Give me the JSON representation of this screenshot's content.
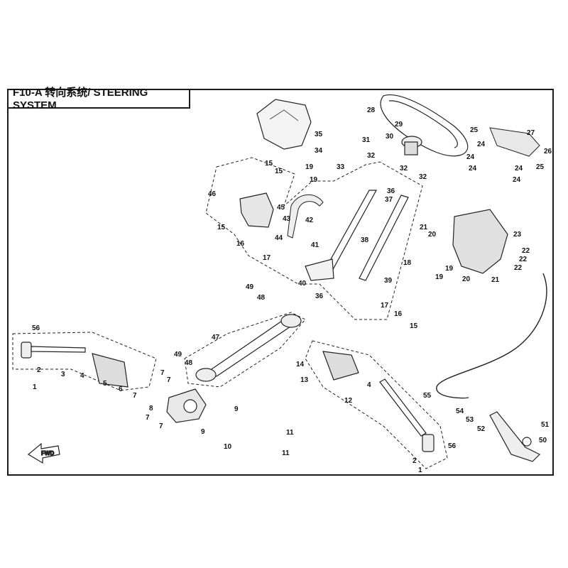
{
  "title": "F10-A 转向系统/ STEERING SYSTEM",
  "fwd_marker": "FWD",
  "callouts": [
    {
      "id": "c28",
      "text": "28"
    },
    {
      "id": "c29",
      "text": "29"
    },
    {
      "id": "c30",
      "text": "30"
    },
    {
      "id": "c31",
      "text": "31"
    },
    {
      "id": "c32a",
      "text": "32"
    },
    {
      "id": "c32b",
      "text": "32"
    },
    {
      "id": "c32c",
      "text": "32"
    },
    {
      "id": "c25a",
      "text": "25"
    },
    {
      "id": "c27",
      "text": "27"
    },
    {
      "id": "c24a",
      "text": "24"
    },
    {
      "id": "c26",
      "text": "26"
    },
    {
      "id": "c24b",
      "text": "24"
    },
    {
      "id": "c24c",
      "text": "24"
    },
    {
      "id": "c24d",
      "text": "24"
    },
    {
      "id": "c25b",
      "text": "25"
    },
    {
      "id": "c24e",
      "text": "24"
    },
    {
      "id": "c35",
      "text": "35"
    },
    {
      "id": "c34",
      "text": "34"
    },
    {
      "id": "c19a",
      "text": "19"
    },
    {
      "id": "c33",
      "text": "33"
    },
    {
      "id": "c19b",
      "text": "19"
    },
    {
      "id": "c15a",
      "text": "15"
    },
    {
      "id": "c15b",
      "text": "15"
    },
    {
      "id": "c46",
      "text": "46"
    },
    {
      "id": "c45",
      "text": "45"
    },
    {
      "id": "c43",
      "text": "43"
    },
    {
      "id": "c42",
      "text": "42"
    },
    {
      "id": "c15c",
      "text": "15"
    },
    {
      "id": "c44",
      "text": "44"
    },
    {
      "id": "c41",
      "text": "41"
    },
    {
      "id": "c16a",
      "text": "16"
    },
    {
      "id": "c17a",
      "text": "17"
    },
    {
      "id": "c36a",
      "text": "36"
    },
    {
      "id": "c37",
      "text": "37"
    },
    {
      "id": "c38",
      "text": "38"
    },
    {
      "id": "c39",
      "text": "39"
    },
    {
      "id": "c40",
      "text": "40"
    },
    {
      "id": "c36b",
      "text": "36"
    },
    {
      "id": "c49a",
      "text": "49"
    },
    {
      "id": "c48a",
      "text": "48"
    },
    {
      "id": "c17b",
      "text": "17"
    },
    {
      "id": "c16b",
      "text": "16"
    },
    {
      "id": "c15d",
      "text": "15"
    },
    {
      "id": "c21a",
      "text": "21"
    },
    {
      "id": "c20a",
      "text": "20"
    },
    {
      "id": "c23",
      "text": "23"
    },
    {
      "id": "c22a",
      "text": "22"
    },
    {
      "id": "c22b",
      "text": "22"
    },
    {
      "id": "c22c",
      "text": "22"
    },
    {
      "id": "c18",
      "text": "18"
    },
    {
      "id": "c19c",
      "text": "19"
    },
    {
      "id": "c19d",
      "text": "19"
    },
    {
      "id": "c20b",
      "text": "20"
    },
    {
      "id": "c21b",
      "text": "21"
    },
    {
      "id": "c56a",
      "text": "56"
    },
    {
      "id": "c2a",
      "text": "2"
    },
    {
      "id": "c3",
      "text": "3"
    },
    {
      "id": "c1a",
      "text": "1"
    },
    {
      "id": "c4a",
      "text": "4"
    },
    {
      "id": "c5",
      "text": "5"
    },
    {
      "id": "c6",
      "text": "6"
    },
    {
      "id": "c47",
      "text": "47"
    },
    {
      "id": "c49b",
      "text": "49"
    },
    {
      "id": "c48b",
      "text": "48"
    },
    {
      "id": "c7a",
      "text": "7"
    },
    {
      "id": "c7b",
      "text": "7"
    },
    {
      "id": "c7c",
      "text": "7"
    },
    {
      "id": "c7d",
      "text": "7"
    },
    {
      "id": "c7e",
      "text": "7"
    },
    {
      "id": "c8",
      "text": "8"
    },
    {
      "id": "c9a",
      "text": "9"
    },
    {
      "id": "c9b",
      "text": "9"
    },
    {
      "id": "c10",
      "text": "10"
    },
    {
      "id": "c11a",
      "text": "11"
    },
    {
      "id": "c11b",
      "text": "11"
    },
    {
      "id": "c14",
      "text": "14"
    },
    {
      "id": "c13",
      "text": "13"
    },
    {
      "id": "c12",
      "text": "12"
    },
    {
      "id": "c4b",
      "text": "4"
    },
    {
      "id": "c56b",
      "text": "56"
    },
    {
      "id": "c2b",
      "text": "2"
    },
    {
      "id": "c1b",
      "text": "1"
    },
    {
      "id": "c55",
      "text": "55"
    },
    {
      "id": "c54",
      "text": "54"
    },
    {
      "id": "c53",
      "text": "53"
    },
    {
      "id": "c52",
      "text": "52"
    },
    {
      "id": "c51",
      "text": "51"
    },
    {
      "id": "c50",
      "text": "50"
    }
  ]
}
